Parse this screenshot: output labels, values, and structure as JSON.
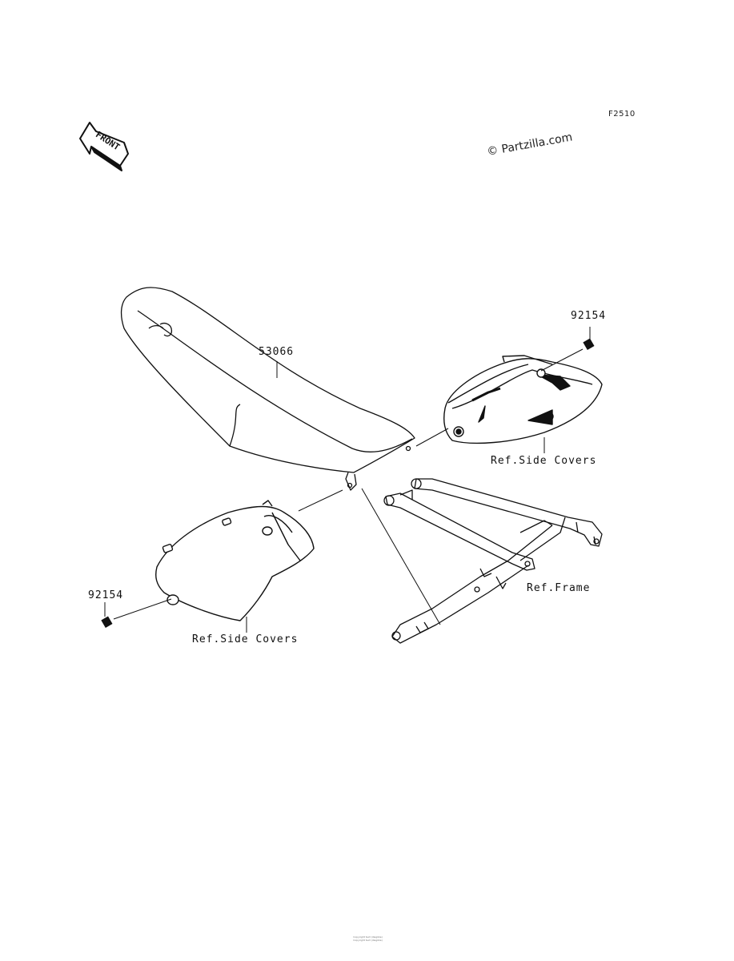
{
  "header": {
    "figure_code": "F2510",
    "watermark": "© Partzilla.com",
    "front_arrow_text": "FRONT"
  },
  "callouts": {
    "seat": "53066",
    "bolt_right": "92154",
    "bolt_left": "92154",
    "side_covers_right": "Ref.Side Covers",
    "side_covers_left": "Ref.Side Covers",
    "frame": "Ref.Frame"
  },
  "footer": {
    "line1": "Copyright text (illegible)",
    "line2": "Copyright text (illegible)"
  }
}
